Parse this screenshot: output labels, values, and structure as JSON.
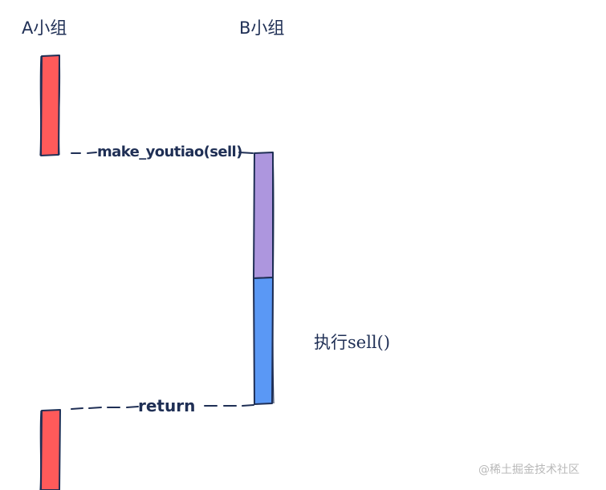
{
  "lanes": {
    "a": {
      "label": "A小组"
    },
    "b": {
      "label": "B小组"
    }
  },
  "messages": {
    "call": {
      "label": "make_youtiao(sell)"
    },
    "return": {
      "label": "return"
    }
  },
  "annotation": {
    "text": "执行sell()"
  },
  "colors": {
    "ink": "#1f2f55",
    "a_activation": "#ff5a5a",
    "b_purple": "#ad96de",
    "b_blue": "#5a98f5"
  },
  "watermark": {
    "text": "@稀土掘金技术社区"
  }
}
